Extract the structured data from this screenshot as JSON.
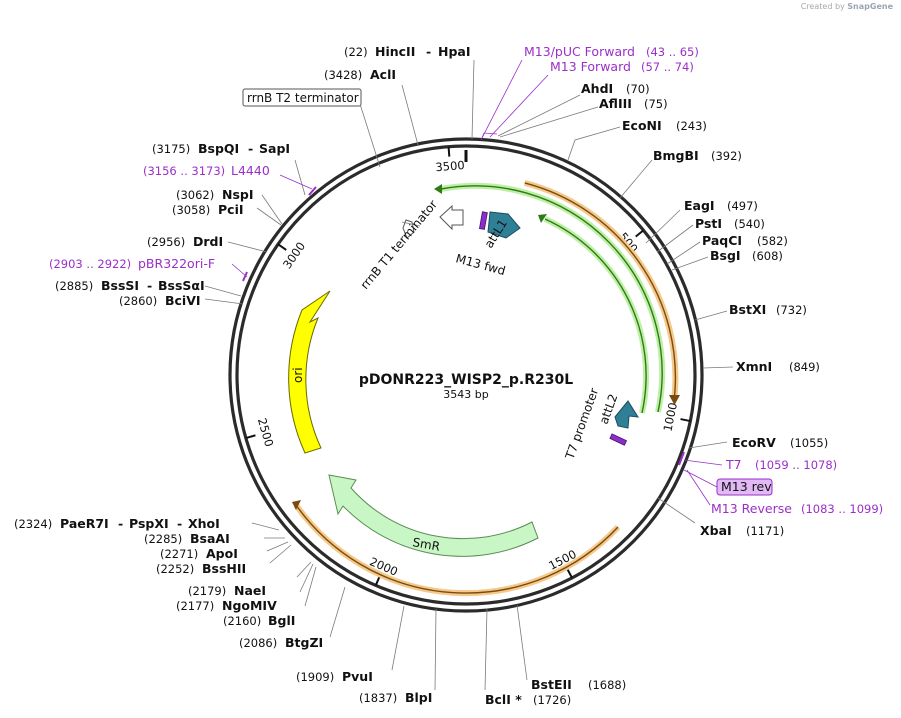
{
  "app": {
    "credit_prefix": "Created by",
    "credit_brand": "SnapGene"
  },
  "plasmid": {
    "name": "pDONR223_WISP2_p.R230L",
    "length_label": "3543 bp",
    "length": 3543
  },
  "ticks": [
    {
      "label": "500",
      "pos": 500
    },
    {
      "label": "1000",
      "pos": 1000
    },
    {
      "label": "1500",
      "pos": 1500
    },
    {
      "label": "2000",
      "pos": 2000
    },
    {
      "label": "2500",
      "pos": 2500
    },
    {
      "label": "3000",
      "pos": 3000
    },
    {
      "label": "3500",
      "pos": 3500
    }
  ],
  "sites": [
    {
      "name": "HincII",
      "extra": "HpaI",
      "pos": "(22)",
      "side": "left"
    },
    {
      "name": "AclI",
      "pos": "(3428)",
      "side": "left"
    },
    {
      "name": "AhdI",
      "pos": "(70)",
      "side": "right"
    },
    {
      "name": "AflIII",
      "pos": "(75)",
      "side": "right"
    },
    {
      "name": "EcoNI",
      "pos": "(243)",
      "side": "right"
    },
    {
      "name": "BmgBI",
      "pos": "(392)",
      "side": "right"
    },
    {
      "name": "EagI",
      "pos": "(497)",
      "side": "right"
    },
    {
      "name": "PstI",
      "pos": "(540)",
      "side": "right"
    },
    {
      "name": "PaqCI",
      "pos": "(582)",
      "side": "right"
    },
    {
      "name": "BsgI",
      "pos": "(608)",
      "side": "right"
    },
    {
      "name": "BstXI",
      "pos": "(732)",
      "side": "right"
    },
    {
      "name": "XmnI",
      "pos": "(849)",
      "side": "right"
    },
    {
      "name": "EcoRV",
      "pos": "(1055)",
      "side": "right"
    },
    {
      "name": "XbaI",
      "pos": "(1171)",
      "side": "right"
    },
    {
      "name": "BstEII",
      "pos": "(1688)",
      "side": "right"
    },
    {
      "name": "BclI *",
      "pos": "(1726)",
      "side": "right"
    },
    {
      "name": "BlpI",
      "pos": "(1837)",
      "side": "left"
    },
    {
      "name": "PvuI",
      "pos": "(1909)",
      "side": "left"
    },
    {
      "name": "BtgZI",
      "pos": "(2086)",
      "side": "left"
    },
    {
      "name": "BglI",
      "pos": "(2160)",
      "side": "left"
    },
    {
      "name": "NgoMIV",
      "pos": "(2177)",
      "side": "left"
    },
    {
      "name": "NaeI",
      "pos": "(2179)",
      "side": "left"
    },
    {
      "name": "BssHII",
      "pos": "(2252)",
      "side": "left"
    },
    {
      "name": "ApoI",
      "pos": "(2271)",
      "side": "left"
    },
    {
      "name": "BsaAI",
      "pos": "(2285)",
      "side": "left"
    },
    {
      "name": "PaeR7I",
      "extra": "PspXI",
      "extra2": "XhoI",
      "pos": "(2324)",
      "side": "left"
    },
    {
      "name": "BciVI",
      "pos": "(2860)",
      "side": "left"
    },
    {
      "name": "BssSI",
      "extra": "BssSαI",
      "pos": "(2885)",
      "side": "left"
    },
    {
      "name": "DrdI",
      "pos": "(2956)",
      "side": "left"
    },
    {
      "name": "PciI",
      "pos": "(3058)",
      "side": "left"
    },
    {
      "name": "NspI",
      "pos": "(3062)",
      "side": "left"
    },
    {
      "name": "BspQI",
      "extra": "SapI",
      "pos": "(3175)",
      "side": "left"
    }
  ],
  "primers": [
    {
      "name": "M13/pUC Forward",
      "range": "(43 .. 65)"
    },
    {
      "name": "M13 Forward",
      "range": "(57 .. 74)"
    },
    {
      "name": "T7",
      "range": "(1059 .. 1078)"
    },
    {
      "name": "M13 rev",
      "range": ""
    },
    {
      "name": "M13 Reverse",
      "range": "(1083 .. 1099)"
    },
    {
      "name": "pBR322ori-F",
      "range": "(2903 .. 2922)"
    },
    {
      "name": "L4440",
      "range": "(3156 .. 3173)"
    }
  ],
  "features": {
    "ori": "ori",
    "smr": "SmR",
    "attl1": "attL1",
    "attl2": "attL2",
    "m13fwd": "M13 fwd",
    "rrnb_t1": "rrnB T1 terminator",
    "rrnb_t2": "rrnB T2 terminator",
    "t7_promoter": "T7 promoter"
  },
  "colors": {
    "backbone": "#2b2b2b",
    "primer": "#9b2fc9",
    "ori": "#ffff00",
    "smr": "#c8f7c5",
    "att": "#2f7f96",
    "orf_orange": "#f5a623",
    "orf_green": "#33a02c"
  }
}
